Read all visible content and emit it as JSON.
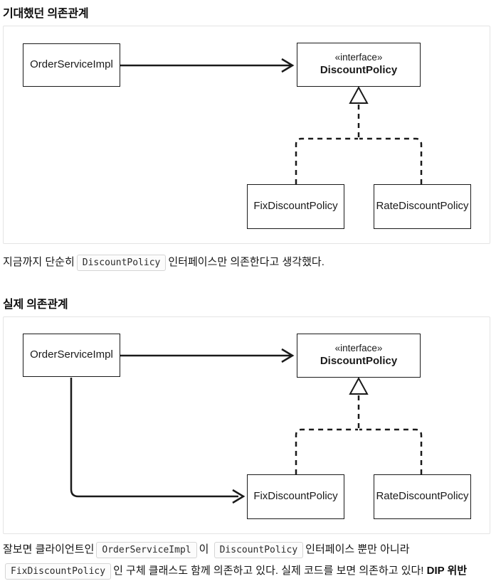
{
  "colors": {
    "page_background": "#ffffff",
    "text": "#111111",
    "diagram_frame_border": "#e4e4e4",
    "uml_box_border": "#1a1a1a",
    "connector": "#1a1a1a",
    "code_background": "#fcfcfc",
    "code_border": "#d5d5d5"
  },
  "sections": {
    "expected": {
      "heading": "기대했던 의존관계",
      "diagram": {
        "client": "OrderServiceImpl",
        "interface_stereotype": "«interface»",
        "interface_name": "DiscountPolicy",
        "impl_left": "FixDiscountPolicy",
        "impl_right": "RateDiscountPolicy"
      },
      "caption": {
        "before": "지금까지 단순히",
        "code": "DiscountPolicy",
        "after": "인터페이스만 의존한다고 생각했다."
      }
    },
    "actual": {
      "heading": "실제 의존관계",
      "diagram": {
        "client": "OrderServiceImpl",
        "interface_stereotype": "«interface»",
        "interface_name": "DiscountPolicy",
        "impl_left": "FixDiscountPolicy",
        "impl_right": "RateDiscountPolicy"
      },
      "caption": {
        "part1": "잘보면 클라이언트인",
        "code1": "OrderServiceImpl",
        "part2": "이",
        "code2": "DiscountPolicy",
        "part3": "인터페이스 뿐만 아니라",
        "code3": "FixDiscountPolicy",
        "part4": "인 구체 클래스도 함께 의존하고 있다. 실제 코드를 보면 의존하고 있다!",
        "emphasis": "DIP 위반"
      }
    }
  }
}
